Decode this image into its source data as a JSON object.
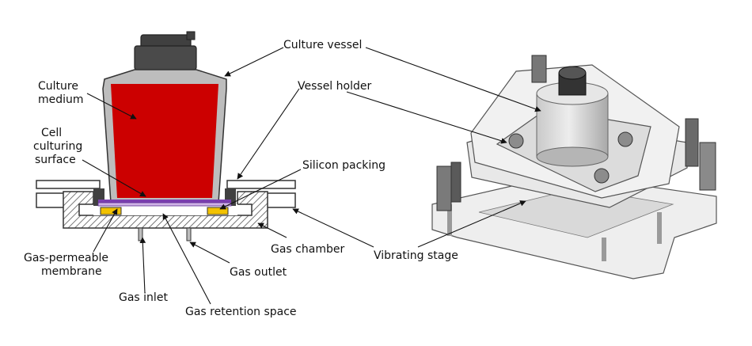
{
  "labels": {
    "culture_vessel": "Culture vessel",
    "vessel_holder": "Vessel holder",
    "culture_medium_1": "Culture",
    "culture_medium_2": "medium",
    "cell_1": "Cell",
    "cell_2": "culturing",
    "cell_3": "surface",
    "silicon_packing": "Silicon packing",
    "gas_chamber": "Gas chamber",
    "vibrating_stage": "Vibrating stage",
    "membrane_1": "Gas-permeable",
    "membrane_2": "membrane",
    "gas_outlet": "Gas outlet",
    "gas_inlet": "Gas inlet",
    "gas_retention_space": "Gas retention space"
  },
  "colors": {
    "medium": "#cc0000",
    "vessel": "#bdbdbd",
    "cap": "#404040",
    "membrane": "#7b3fb0",
    "packing": "#f2c200",
    "hatch": "#555555",
    "apparatus": "#e6e6e6"
  }
}
